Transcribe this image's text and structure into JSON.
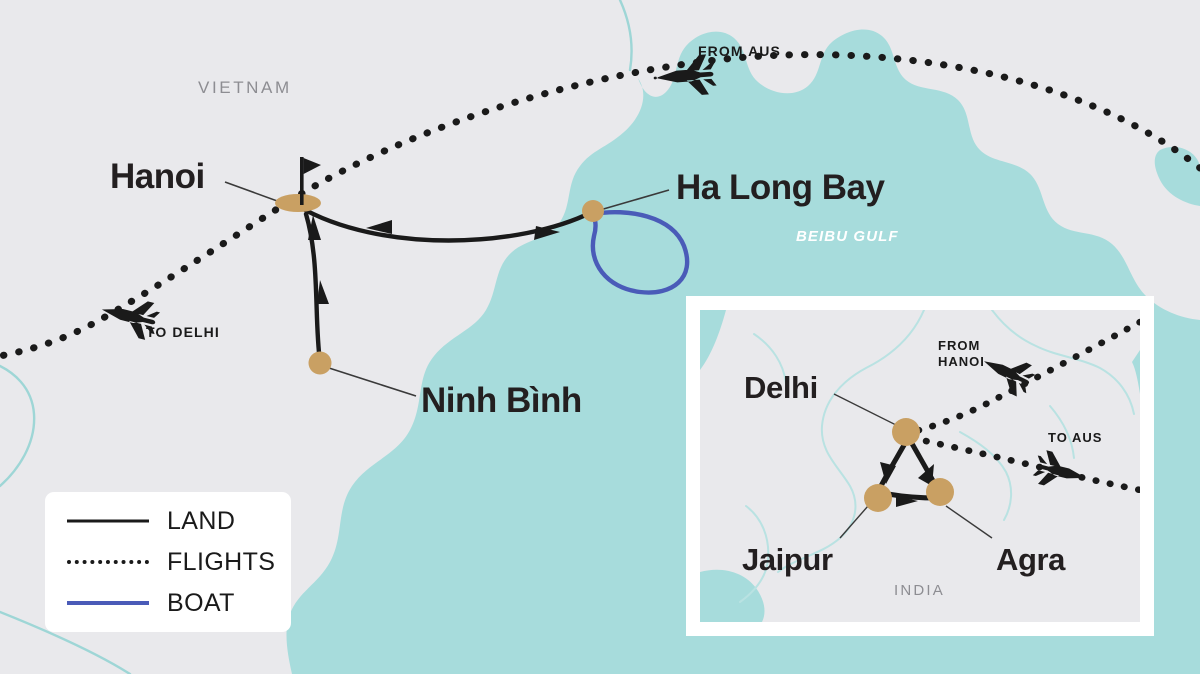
{
  "map": {
    "title": "Vietnam and India itinerary map",
    "colors": {
      "land": "#e9e9ec",
      "sea": "#a7dcdc",
      "river": "#9ed6d6",
      "marker": "#c9a063",
      "route_land": "#1a1a1a",
      "route_flight": "#1a1a1a",
      "route_boat": "#4a5bb8",
      "label": "#231f20",
      "country_label": "#8d8d92",
      "sea_label": "#ffffff",
      "panel": "#ffffff"
    },
    "country_label": "VIETNAM",
    "sea_label": "BEIBU GULF",
    "cities": [
      {
        "name": "Hanoi",
        "marker": "flag-pin"
      },
      {
        "name": "Ha Long Bay",
        "marker": "dot"
      },
      {
        "name": "Ninh Bình",
        "marker": "dot"
      }
    ],
    "flight_tags": [
      {
        "label": "FROM AUS",
        "direction": "west"
      },
      {
        "label": "TO DELHI",
        "direction": "west"
      }
    ]
  },
  "legend": {
    "items": [
      {
        "label": "LAND",
        "style": "solid",
        "color": "#1a1a1a"
      },
      {
        "label": "FLIGHTS",
        "style": "dotted",
        "color": "#1a1a1a"
      },
      {
        "label": "BOAT",
        "style": "solid",
        "color": "#4a5bb8"
      }
    ]
  },
  "inset": {
    "country_label": "INDIA",
    "cities": [
      {
        "name": "Delhi",
        "marker": "dot"
      },
      {
        "name": "Jaipur",
        "marker": "dot"
      },
      {
        "name": "Agra",
        "marker": "dot"
      }
    ],
    "flight_tags": [
      {
        "label": "FROM\nHANOI",
        "line1": "FROM",
        "line2": "HANOI",
        "direction": "west"
      },
      {
        "label": "TO AUS",
        "line1": "TO AUS",
        "line2": "",
        "direction": "east"
      }
    ]
  }
}
